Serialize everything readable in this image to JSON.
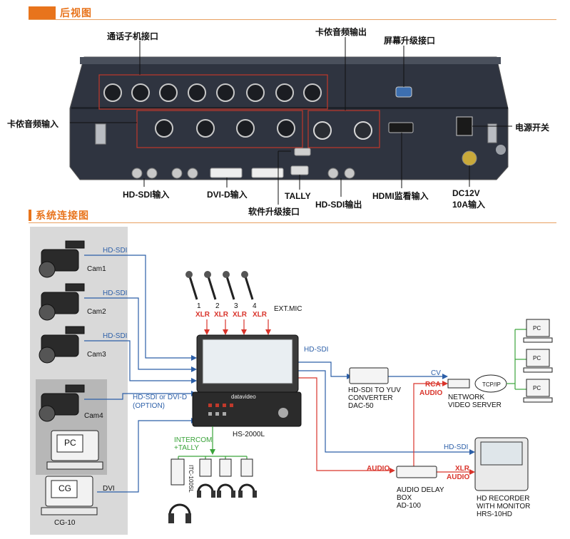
{
  "rear_view": {
    "title": "后视图",
    "callouts": {
      "intercom_port": "通话子机接口",
      "xlr_audio_out": "卡侬音频输出",
      "screen_upgrade": "屏幕升级接口",
      "xlr_audio_in": "卡侬音频输入",
      "power_switch": "电源开关",
      "hdsdi_in": "HD-SDI输入",
      "dvid_in": "DVI-D输入",
      "tally": "TALLY",
      "software_upgrade": "软件升级接口",
      "hdsdi_out": "HD-SDI输出",
      "hdmi_monitor_in": "HDMI监看输入",
      "dc_in_line1": "DC12V",
      "dc_in_line2": "10A输入"
    }
  },
  "system": {
    "title": "系统连接图",
    "cameras": [
      {
        "name": "Cam1",
        "link": "HD-SDI"
      },
      {
        "name": "Cam2",
        "link": "HD-SDI"
      },
      {
        "name": "Cam3",
        "link": "HD-SDI"
      },
      {
        "name": "Cam4",
        "link": "HD-SDI or DVI-D",
        "link2": "(OPTION)"
      }
    ],
    "pc_label": "PC",
    "cg_label": "CG",
    "cg_name": "CG-10",
    "dvi_label": "DVI",
    "mic_numbers": [
      "1",
      "2",
      "3",
      "4"
    ],
    "xlr_label": "XLR",
    "ext_mic": "EXT.MIC",
    "switcher_brand": "datavideo",
    "switcher_name": "HS-2000L",
    "intercom_tally": [
      "INTERCOM",
      "+TALLY"
    ],
    "itc_name": "ITC-100SL",
    "hdsdi_label": "HD-SDI",
    "converter": [
      "HD-SDI TO YUV",
      "CONVERTER",
      "DAC-50"
    ],
    "cv_label": "CV",
    "rca_label": "RCA",
    "audio_label": "AUDIO",
    "tcpip_label": "TCP/IP",
    "network_server": [
      "NETWORK",
      "VIDEO SERVER"
    ],
    "pc_labels": [
      "PC",
      "PC",
      "PC"
    ],
    "audio_delay": [
      "AUDIO DELAY",
      "BOX",
      "AD-100"
    ],
    "recorder": [
      "HD RECORDER",
      "WITH MONITOR",
      "HRS-10HD"
    ]
  },
  "colors": {
    "accent": "#e8741c",
    "video_link": "#2c5fa8",
    "audio_link": "#d9342b",
    "intercom_link": "#3aa33a",
    "source_panel": "#d9d9d9",
    "callout_box": "#c0392b"
  }
}
